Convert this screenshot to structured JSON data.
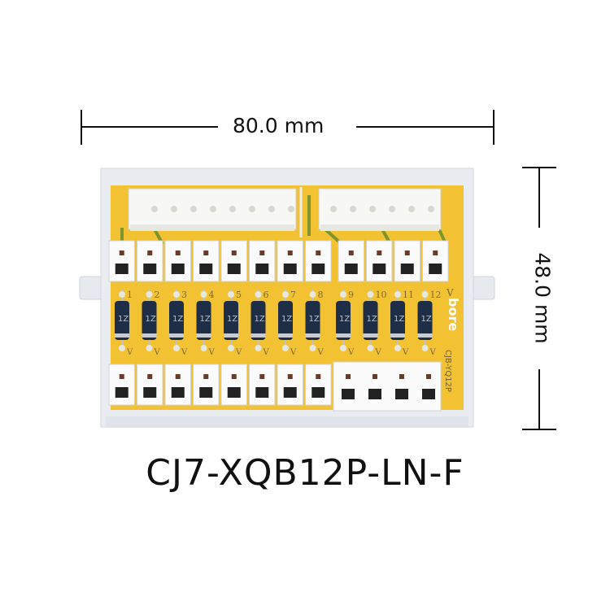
{
  "dimensions": {
    "width_label": "80.0 mm",
    "height_label": "48.0 mm"
  },
  "product": {
    "model": "CJ7-XQB12P-LN-F",
    "brand_mark": "bore",
    "board_code": "CJB-YQ12P",
    "channel_numbers": [
      "1",
      "2",
      "3",
      "4",
      "5",
      "6",
      "7",
      "8",
      "9",
      "10",
      "11",
      "12"
    ],
    "v_label": "V",
    "diode_marks": [
      "1Z",
      "1Z",
      "1Z",
      "1Z",
      "1Z",
      "1Z",
      "1Z",
      "1Z",
      "1Z",
      "1Z",
      "1Z",
      "1Z"
    ]
  },
  "colors": {
    "pcb": "#f3c233",
    "housing": "#e9edf2",
    "terminal": "#fbfbfb",
    "diode": "#1f2e47",
    "trace": "#5e8a2e"
  }
}
